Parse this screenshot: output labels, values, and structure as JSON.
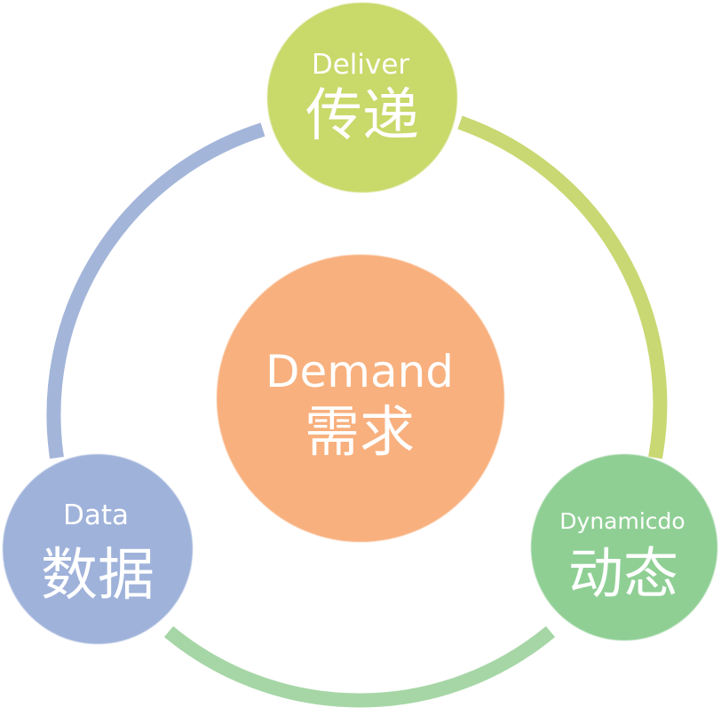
{
  "colors": {
    "background": "#ffffff",
    "text": "#ffffff",
    "ring_blue": "#a3b5d9",
    "ring_green": "#c5d66e",
    "ring_teal": "#9fd3a6"
  },
  "nodes": [
    {
      "id": "deliver",
      "en": "Deliver",
      "zh": "传递",
      "color": "#c9d96a"
    },
    {
      "id": "demand",
      "en": "Demand",
      "zh": "需求",
      "color": "#f8b07e"
    },
    {
      "id": "data",
      "en": "Data",
      "zh": "数据",
      "color": "#9fb2da"
    },
    {
      "id": "dynamicdo",
      "en": "Dynamicdo",
      "zh": "动态",
      "color": "#8fcf94"
    }
  ]
}
